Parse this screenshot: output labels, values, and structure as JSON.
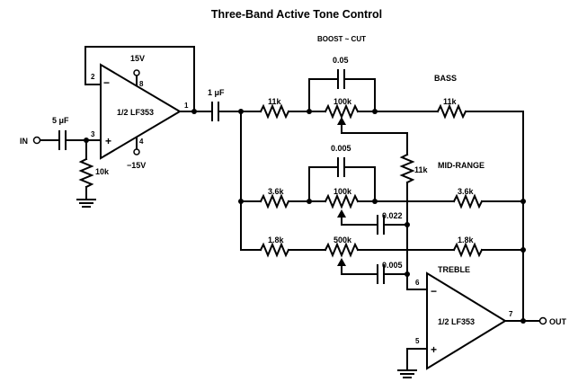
{
  "title": "Three-Band Active Tone Control",
  "boost_cut": "BOOST ~ CUT",
  "bands": {
    "bass": "BASS",
    "mid": "MID-RANGE",
    "treble": "TREBLE"
  },
  "io": {
    "in": "IN",
    "out": "OUT"
  },
  "opamp1": {
    "name": "1/2 LF353",
    "pin_inv": "2",
    "pin_noninv": "3",
    "pin_out": "1",
    "pin_vplus": "8",
    "pin_vminus": "4",
    "minus_sign": "−",
    "plus_sign": "+",
    "vplus": "15V",
    "vminus": "−15V"
  },
  "opamp2": {
    "name": "1/2 LF353",
    "pin_inv": "6",
    "pin_noninv": "5",
    "pin_out": "7",
    "minus_sign": "−",
    "plus_sign": "+"
  },
  "components": {
    "c_in": "5 μF",
    "r_bias": "10k",
    "c_couple": "1 μF",
    "c_bass": "0.05",
    "r_bass_l": "11k",
    "pot_bass": "100k",
    "r_bass_r": "11k",
    "r_mid_tap": "11k",
    "c_mid": "0.005",
    "r_mid_l": "3.6k",
    "pot_mid": "100k",
    "r_mid_r": "3.6k",
    "c_mid_wiper": "0.022",
    "r_treb_l": "1.8k",
    "pot_treb": "500k",
    "r_treb_r": "1.8k",
    "c_treb_wiper": "0.005"
  }
}
